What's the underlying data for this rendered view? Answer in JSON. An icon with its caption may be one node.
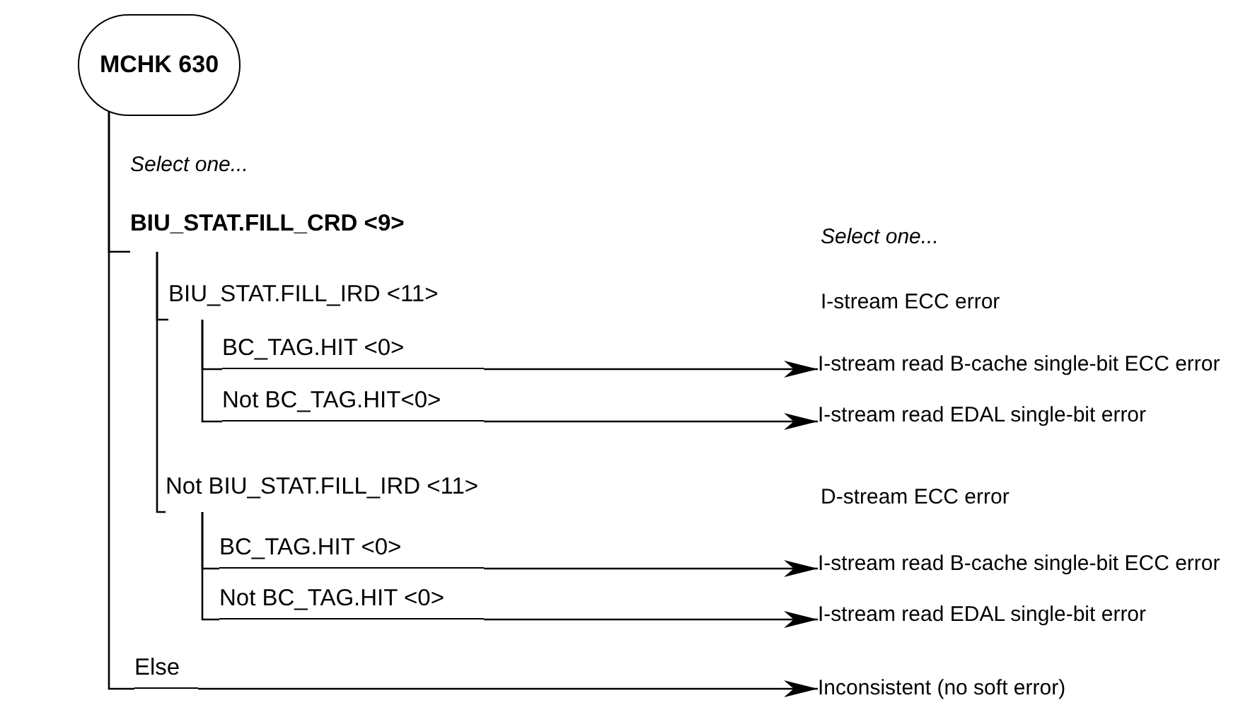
{
  "diagram": {
    "nodes": [
      {
        "text": [
          "MCHK 630"
        ]
      },
      {
        "text": [
          "BIU_STAT.FILL_CRD <9>"
        ]
      },
      {
        "text": [
          "BIU_STAT.FILL_IRD <11>"
        ]
      },
      {
        "text": [
          "BC_TAG.HIT <0>"
        ]
      },
      {
        "text": [
          "Not BC_TAG.HIT<0>"
        ]
      },
      {
        "text": [
          "Not BIU_STAT.FILL_IRD <11>"
        ]
      },
      {
        "text": [
          "BC_TAG.HIT <0>"
        ]
      },
      {
        "text": [
          "Not BC_TAG.HIT <0>"
        ]
      },
      {
        "text": [
          "Else"
        ]
      },
      {
        "text": [
          "I-stream read B-cache single-bit ECC error"
        ]
      },
      {
        "text": [
          "I-stream read EDAL single-bit error"
        ]
      },
      {
        "text": [
          "I-stream read B-cache single-bit ECC error"
        ]
      },
      {
        "text": [
          "I-stream read EDAL single-bit error"
        ]
      },
      {
        "text": [
          "Inconsistent (no soft error)"
        ]
      }
    ],
    "edges": [
      {
        "from": 0,
        "to": 1,
        "arrow": "none"
      },
      {
        "from": 1,
        "to": 2,
        "arrow": "none"
      },
      {
        "from": 2,
        "to": 3,
        "arrow": "none"
      },
      {
        "from": 2,
        "to": 4,
        "arrow": "none"
      },
      {
        "from": 1,
        "to": 5,
        "arrow": "none"
      },
      {
        "from": 5,
        "to": 6,
        "arrow": "none"
      },
      {
        "from": 5,
        "to": 7,
        "arrow": "none"
      },
      {
        "from": 0,
        "to": 8,
        "arrow": "none"
      },
      {
        "from": 3,
        "to": 9,
        "arrow": "to"
      },
      {
        "from": 4,
        "to": 10,
        "arrow": "to"
      },
      {
        "from": 6,
        "to": 11,
        "arrow": "to"
      },
      {
        "from": 7,
        "to": 12,
        "arrow": "to"
      },
      {
        "from": 8,
        "to": 13,
        "arrow": "to"
      }
    ],
    "labels": [
      "Select one...",
      "Select one...",
      "I-stream ECC error",
      "D-stream ECC error"
    ]
  }
}
